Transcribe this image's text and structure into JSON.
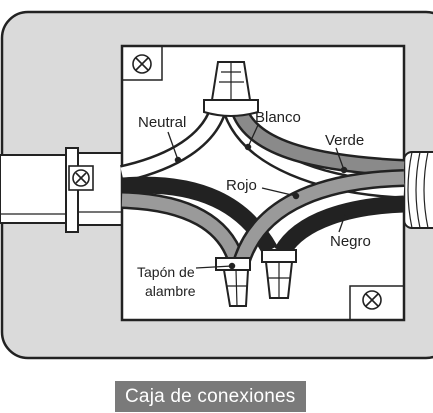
{
  "labels": {
    "neutral": "Neutral",
    "blanco": "Blanco",
    "verde": "Verde",
    "rojo": "Rojo",
    "negro": "Negro",
    "tapon_line1": "Tapón de",
    "tapon_line2": "alambre"
  },
  "caption": "Caja de conexiones",
  "colors": {
    "plate": "#dadada",
    "box": "#ffffff",
    "outline": "#222222",
    "wire_green": "#8a8a8a",
    "wire_red": "#9a9a9a",
    "wire_black": "#222222",
    "wire_white": "#ffffff",
    "caption_bg": "#7a7a7a"
  },
  "icons": [
    "screw-icon",
    "wire-nut-icon"
  ]
}
